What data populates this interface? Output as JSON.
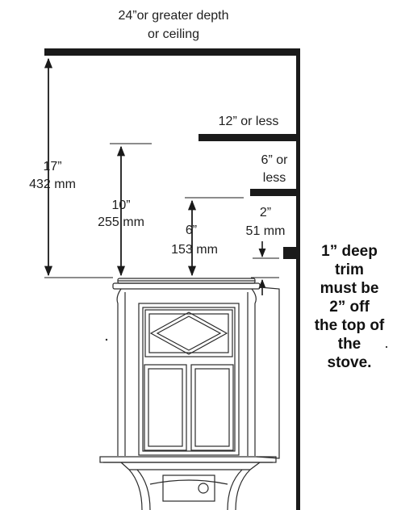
{
  "labels": {
    "top_depth_line1": "24”or greater depth",
    "top_depth_line2": "or ceiling",
    "shelf_12_label": "12” or less",
    "shelf_6_line1": "6” or",
    "shelf_6_line2": "less",
    "dim_17_in": "17”",
    "dim_17_mm": "432 mm",
    "dim_10_in": "10”",
    "dim_10_mm": "255 mm",
    "dim_6_in": "6”",
    "dim_6_mm": "153 mm",
    "dim_2_in": "2”",
    "dim_2_mm": "51 mm"
  },
  "note": {
    "lines": [
      "1” deep",
      "trim",
      "must be",
      "2” off",
      "the top of",
      "the",
      "stove."
    ]
  },
  "colors": {
    "line": "#1a1a1a",
    "text": "#1e1e1e",
    "background": "#ffffff"
  }
}
